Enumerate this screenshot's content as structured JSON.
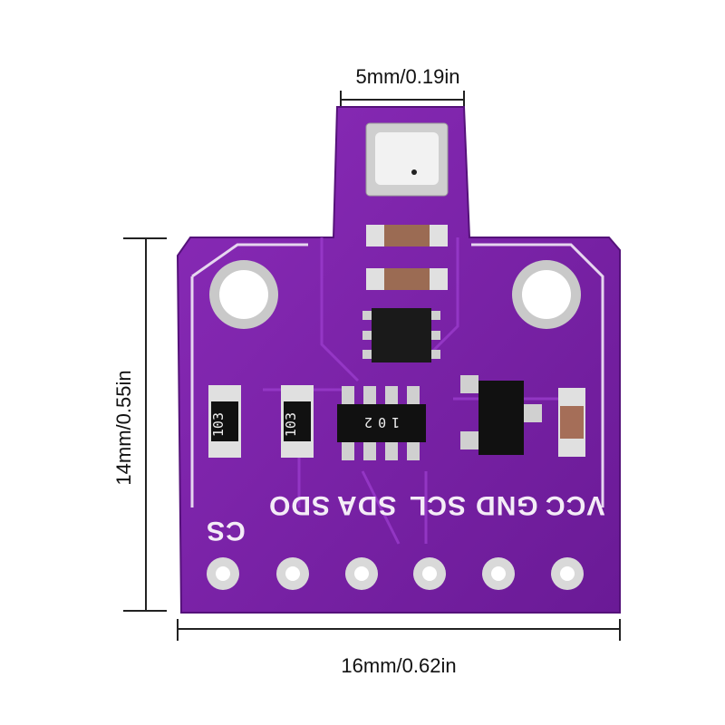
{
  "dimensions": {
    "top": "5mm/0.19in",
    "left": "14mm/0.55in",
    "bottom": "16mm/0.62in"
  },
  "pins": [
    "CS",
    "SDO",
    "SDA",
    "SCL",
    "GND",
    "VCC"
  ],
  "resistor_marking_1": "103",
  "resistor_marking_2": "103",
  "chip_marking": "102",
  "colors": {
    "board": "#7b21a8",
    "silkscreen": "#efe4f5",
    "pad": "#d9d9d9"
  }
}
